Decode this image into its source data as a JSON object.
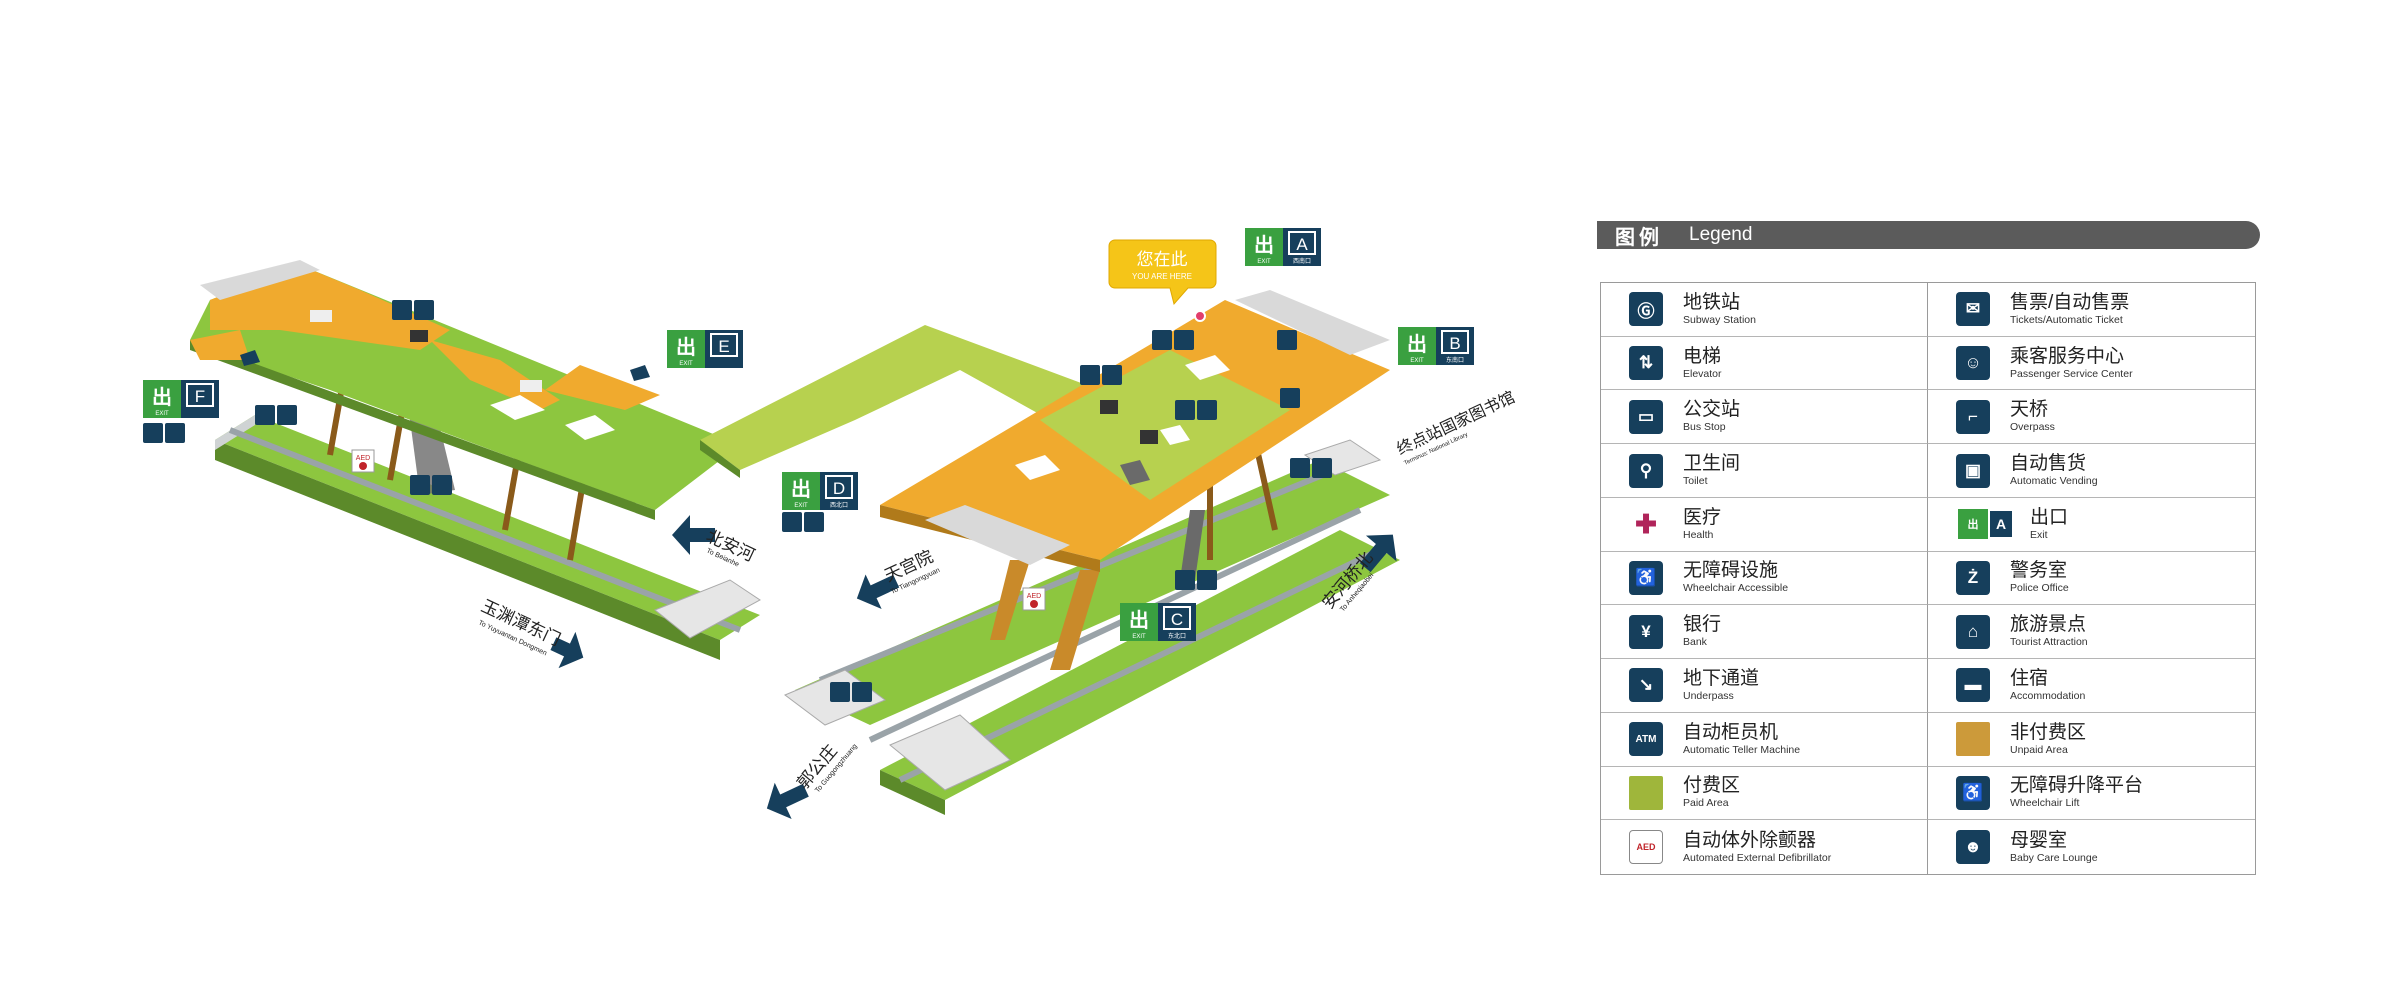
{
  "map": {
    "you_are_here": {
      "cn": "您在此",
      "en": "YOU ARE HERE"
    },
    "exits": [
      {
        "exit_word": "EXIT",
        "letter": "A",
        "name": "西南口"
      },
      {
        "exit_word": "EXIT",
        "letter": "B",
        "name": "东南口"
      },
      {
        "exit_word": "EXIT",
        "letter": "C",
        "name": "东北口"
      },
      {
        "exit_word": "EXIT",
        "letter": "D",
        "name": "西北口"
      },
      {
        "exit_word": "EXIT",
        "letter": "E",
        "name": ""
      },
      {
        "exit_word": "EXIT",
        "letter": "F",
        "name": ""
      }
    ],
    "directions": [
      {
        "cn": "北安河",
        "en": "To Beianhe"
      },
      {
        "cn": "玉渊潭东门",
        "en": "To Yuyuantan Dongmen"
      },
      {
        "cn": "天宫院",
        "en": "To Tiangongyuan"
      },
      {
        "cn": "郭公庄",
        "en": "To Guogongzhuang"
      },
      {
        "cn": "安河桥北",
        "en": "To Anheqiaobei"
      },
      {
        "cn": "终点站国家图书馆",
        "en": "Terminus: National Library"
      }
    ],
    "aed_label": "AED",
    "colors": {
      "paid": "#8dc63f",
      "unpaid": "#f0aa2e",
      "exit_green": "#3aa040",
      "navy": "#163f5c",
      "bubble": "#f5c518"
    }
  },
  "legend": {
    "title_cn": "图例",
    "title_en": "Legend",
    "items": [
      {
        "icon": "subway-station-icon",
        "symbol": "Ⓖ",
        "cn": "地铁站",
        "en": "Subway Station"
      },
      {
        "icon": "ticket-icon",
        "symbol": "✉",
        "cn": "售票/自动售票",
        "en": "Tickets/Automatic Ticket"
      },
      {
        "icon": "elevator-icon",
        "symbol": "⇅",
        "cn": "电梯",
        "en": "Elevator"
      },
      {
        "icon": "passenger-service-icon",
        "symbol": "☺",
        "cn": "乘客服务中心",
        "en": "Passenger Service Center"
      },
      {
        "icon": "bus-icon",
        "symbol": "▭",
        "cn": "公交站",
        "en": "Bus Stop"
      },
      {
        "icon": "overpass-icon",
        "symbol": "⌐",
        "cn": "天桥",
        "en": "Overpass"
      },
      {
        "icon": "toilet-icon",
        "symbol": "⚲",
        "cn": "卫生间",
        "en": "Toilet"
      },
      {
        "icon": "vending-icon",
        "symbol": "▣",
        "cn": "自动售货",
        "en": "Automatic Vending"
      },
      {
        "icon": "health-icon",
        "symbol": "✚",
        "cn": "医疗",
        "en": "Health"
      },
      {
        "icon": "exit-icon",
        "symbol": "出",
        "cn": "出口",
        "en": "Exit"
      },
      {
        "icon": "wheelchair-icon",
        "symbol": "♿",
        "cn": "无障碍设施",
        "en": "Wheelchair Accessible"
      },
      {
        "icon": "police-icon",
        "symbol": "Ż",
        "cn": "警务室",
        "en": "Police Office"
      },
      {
        "icon": "bank-icon",
        "symbol": "¥",
        "cn": "银行",
        "en": "Bank"
      },
      {
        "icon": "tourist-icon",
        "symbol": "⌂",
        "cn": "旅游景点",
        "en": "Tourist Attraction"
      },
      {
        "icon": "underpass-icon",
        "symbol": "↘",
        "cn": "地下通道",
        "en": "Underpass"
      },
      {
        "icon": "accommodation-icon",
        "symbol": "▬",
        "cn": "住宿",
        "en": "Accommodation"
      },
      {
        "icon": "atm-icon",
        "symbol": "ATM",
        "cn": "自动柜员机",
        "en": "Automatic Teller Machine"
      },
      {
        "icon": "unpaid-area-icon",
        "symbol": "",
        "cn": "非付费区",
        "en": "Unpaid Area"
      },
      {
        "icon": "paid-area-icon",
        "symbol": "",
        "cn": "付费区",
        "en": "Paid Area"
      },
      {
        "icon": "wheelchair-lift-icon",
        "symbol": "♿",
        "cn": "无障碍升降平台",
        "en": "Wheelchair Lift"
      },
      {
        "icon": "aed-icon",
        "symbol": "AED",
        "cn": "自动体外除颤器",
        "en": "Automated External Defibrillator"
      },
      {
        "icon": "baby-care-icon",
        "symbol": "☻",
        "cn": "母婴室",
        "en": "Baby Care Lounge"
      }
    ]
  }
}
